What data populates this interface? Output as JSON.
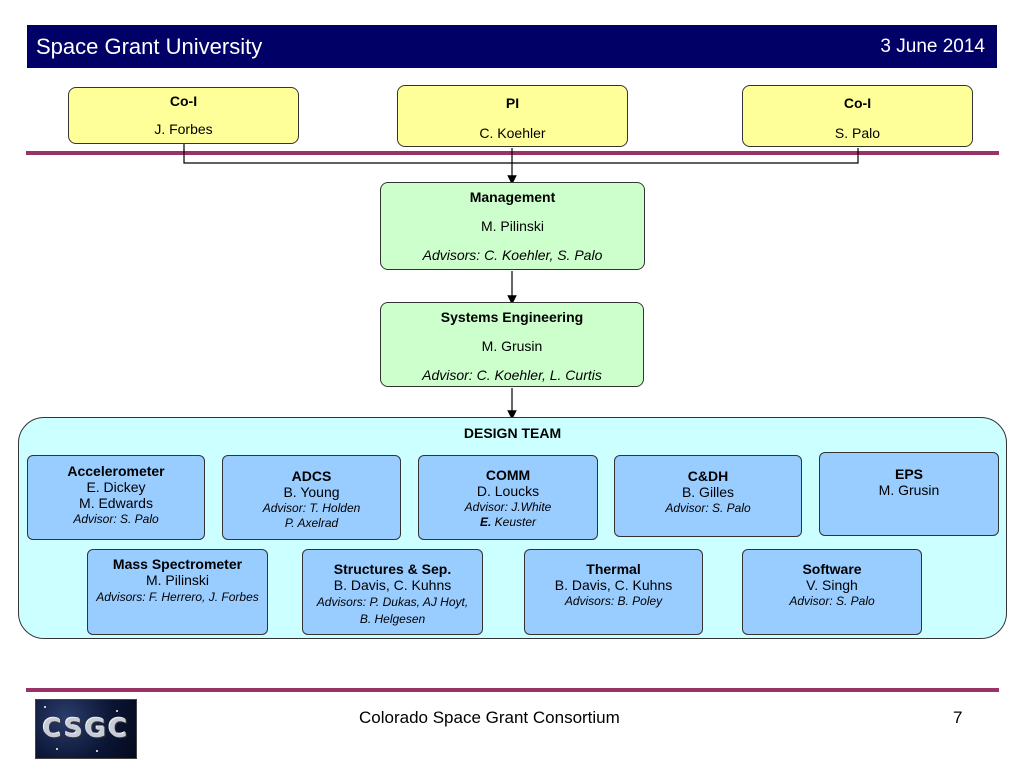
{
  "header": {
    "title": "Space Grant University",
    "date": "3 June 2014"
  },
  "top_row": [
    {
      "role": "Co-I",
      "name": "J. Forbes"
    },
    {
      "role": "PI",
      "name": "C. Koehler"
    },
    {
      "role": "Co-I",
      "name": "S. Palo"
    }
  ],
  "management": {
    "role": "Management",
    "name": "M. Pilinski",
    "advisors": "Advisors: C. Koehler, S. Palo"
  },
  "systems": {
    "role": "Systems Engineering",
    "name": "M. Grusin",
    "advisors": "Advisor: C. Koehler, L. Curtis"
  },
  "design_team": {
    "title": "DESIGN TEAM",
    "row1": [
      {
        "role": "Accelerometer",
        "name": "E. Dickey",
        "name2": "M. Edwards",
        "advisors": "Advisor: S. Palo"
      },
      {
        "role": "ADCS",
        "name": "B. Young",
        "advisors": "Advisor: T. Holden",
        "advisors2": "P. Axelrad"
      },
      {
        "role": "COMM",
        "name": "D. Loucks",
        "advisors": "Advisor: J.White",
        "advisors2_bold": "E.",
        "advisors2": " Keuster"
      },
      {
        "role": "C&DH",
        "name": "B. Gilles",
        "advisors": "Advisor: S. Palo"
      },
      {
        "role": "EPS",
        "name": "M. Grusin"
      }
    ],
    "row2": [
      {
        "role": "Mass Spectrometer",
        "name": "M. Pilinski",
        "advisors": "Advisors: F. Herrero,  J. Forbes"
      },
      {
        "role": "Structures & Sep.",
        "name": "B. Davis, C. Kuhns",
        "advisors": "Advisors: P. Dukas, AJ Hoyt, B. Helgesen"
      },
      {
        "role": "Thermal",
        "name": "B. Davis, C. Kuhns",
        "advisors": "Advisors: B. Poley"
      },
      {
        "role": "Software",
        "name": "V. Singh",
        "advisors": "Advisor: S. Palo"
      }
    ]
  },
  "footer": {
    "org": "Colorado Space Grant Consortium",
    "page": "7",
    "logo_text": "CSGC"
  },
  "colors": {
    "header_bg": "#000066",
    "rule": "#993366",
    "yellow": "#ffff99",
    "green": "#ccffcc",
    "cyan": "#ccffff",
    "blue": "#99ccff"
  }
}
